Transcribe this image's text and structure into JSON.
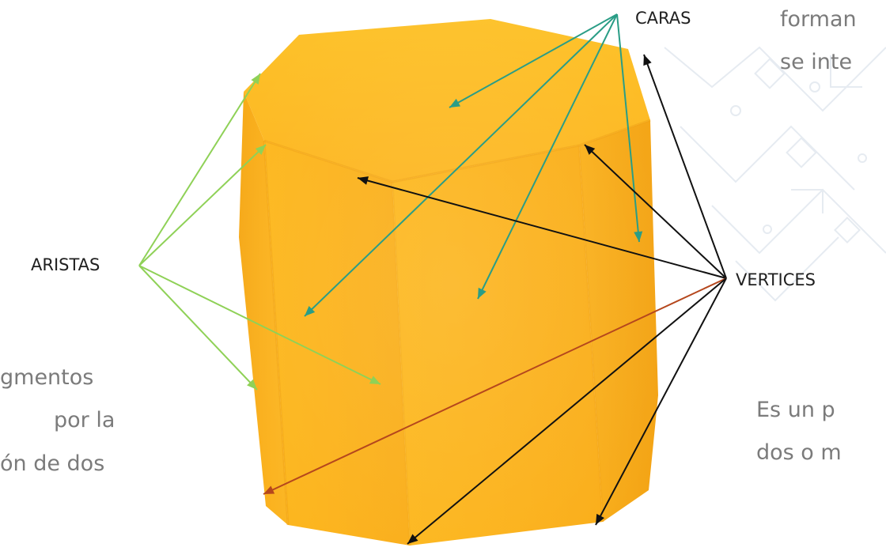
{
  "labels": {
    "caras": "CARAS",
    "aristas": "ARISTAS",
    "vertices": "VERTICES"
  },
  "side_text": {
    "left": [
      "gmentos",
      "por la",
      "ón de dos"
    ],
    "right_bottom": [
      "Es un p",
      "dos o m"
    ],
    "right_top": [
      "forman",
      "se inte"
    ]
  },
  "colors": {
    "caras_arrows": "#2a9d86",
    "aristas_arrows": "#8fd157",
    "vertices_arrows": "#111111",
    "vertex_accent_arrow": "#b5471d",
    "prism_face": "#fbb21e",
    "prism_top": "#fdbf24",
    "background_pattern": "#e9eef3"
  },
  "icons": [
    "circuit-pattern"
  ]
}
